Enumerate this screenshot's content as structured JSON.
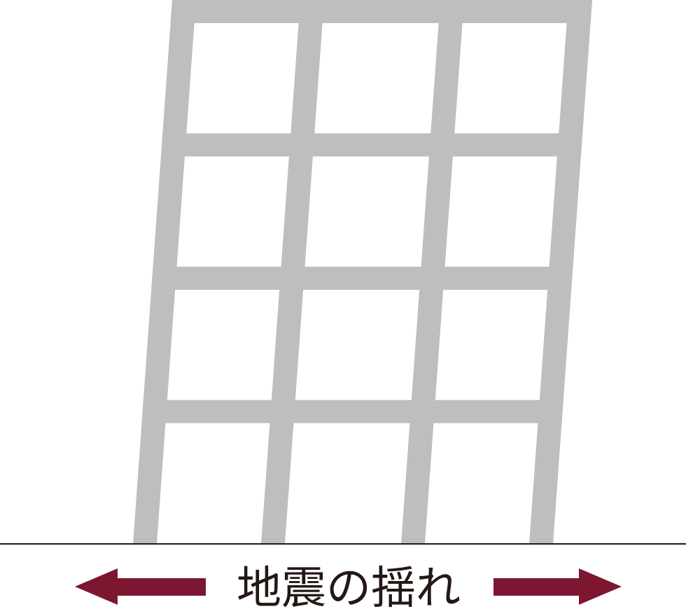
{
  "caption": "地震の揺れ",
  "colors": {
    "frame": "#bdbebe",
    "arrow": "#7d1631",
    "ground": "#231815",
    "text": "#231815",
    "background": "#ffffff"
  },
  "frame": {
    "floors": 4,
    "bays": 3,
    "shape": "rectangular-grid-leaning-right"
  },
  "arrow": {
    "direction": "both-left-and-right"
  }
}
